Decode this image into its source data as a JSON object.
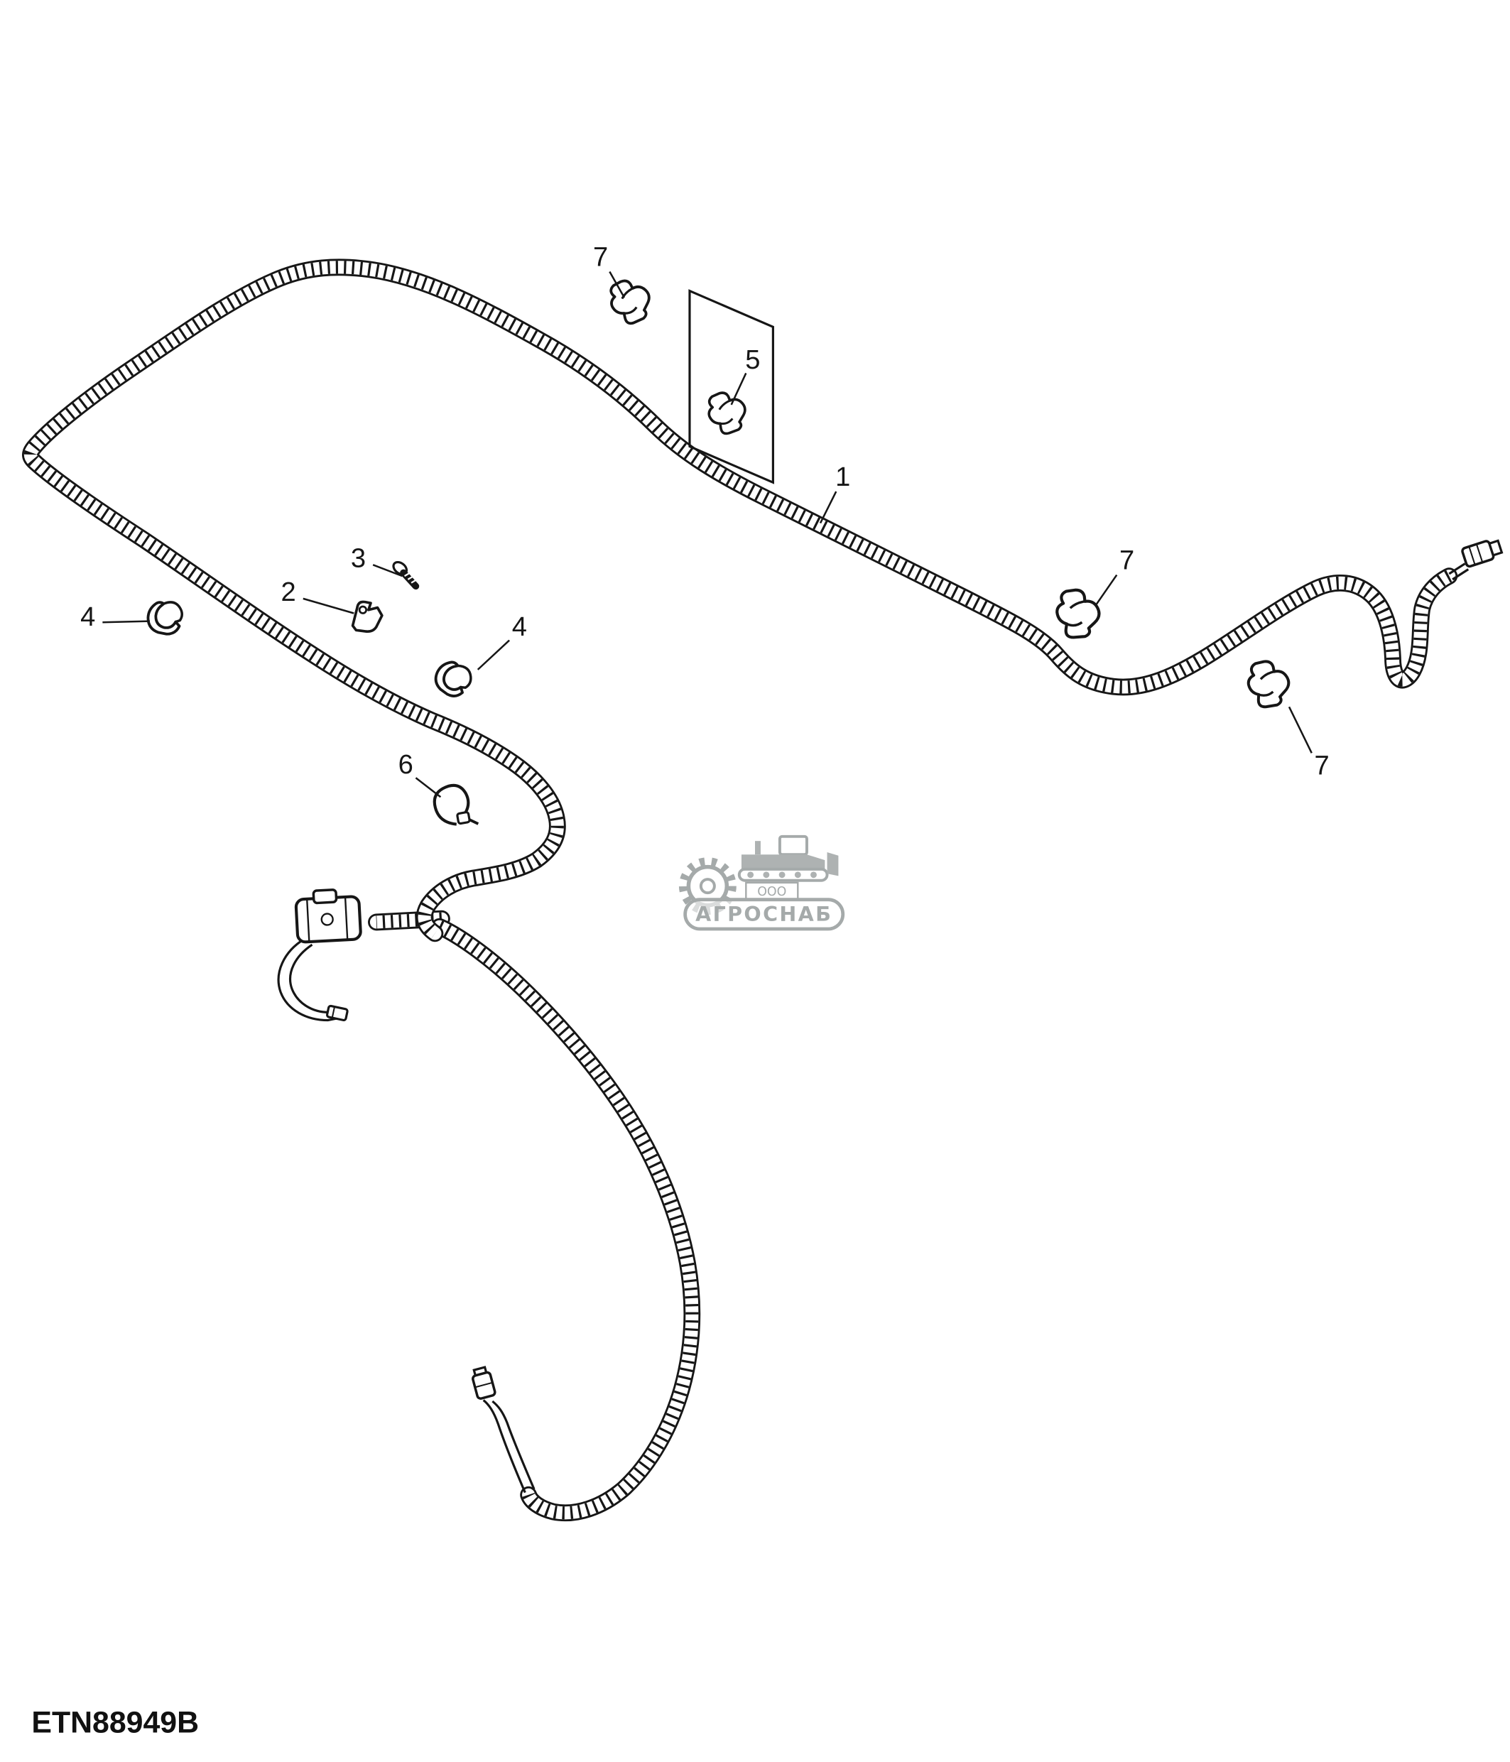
{
  "figure": {
    "part_code": "ETN88949B"
  },
  "callouts": [
    {
      "id": "7-top",
      "label": "7"
    },
    {
      "id": "5-box",
      "label": "5"
    },
    {
      "id": "1-harness",
      "label": "1"
    },
    {
      "id": "3-screw",
      "label": "3"
    },
    {
      "id": "2-clamp",
      "label": "2"
    },
    {
      "id": "4-left",
      "label": "4"
    },
    {
      "id": "4-mid",
      "label": "4"
    },
    {
      "id": "7-right-upper",
      "label": "7"
    },
    {
      "id": "7-right-lower",
      "label": "7"
    },
    {
      "id": "6-tie",
      "label": "6"
    }
  ],
  "watermark": {
    "company_prefix": "ООО",
    "brand": "АГРОСНАБ"
  },
  "colors": {
    "line": "#161616",
    "watermark": "#8f9595",
    "background": "#ffffff"
  }
}
